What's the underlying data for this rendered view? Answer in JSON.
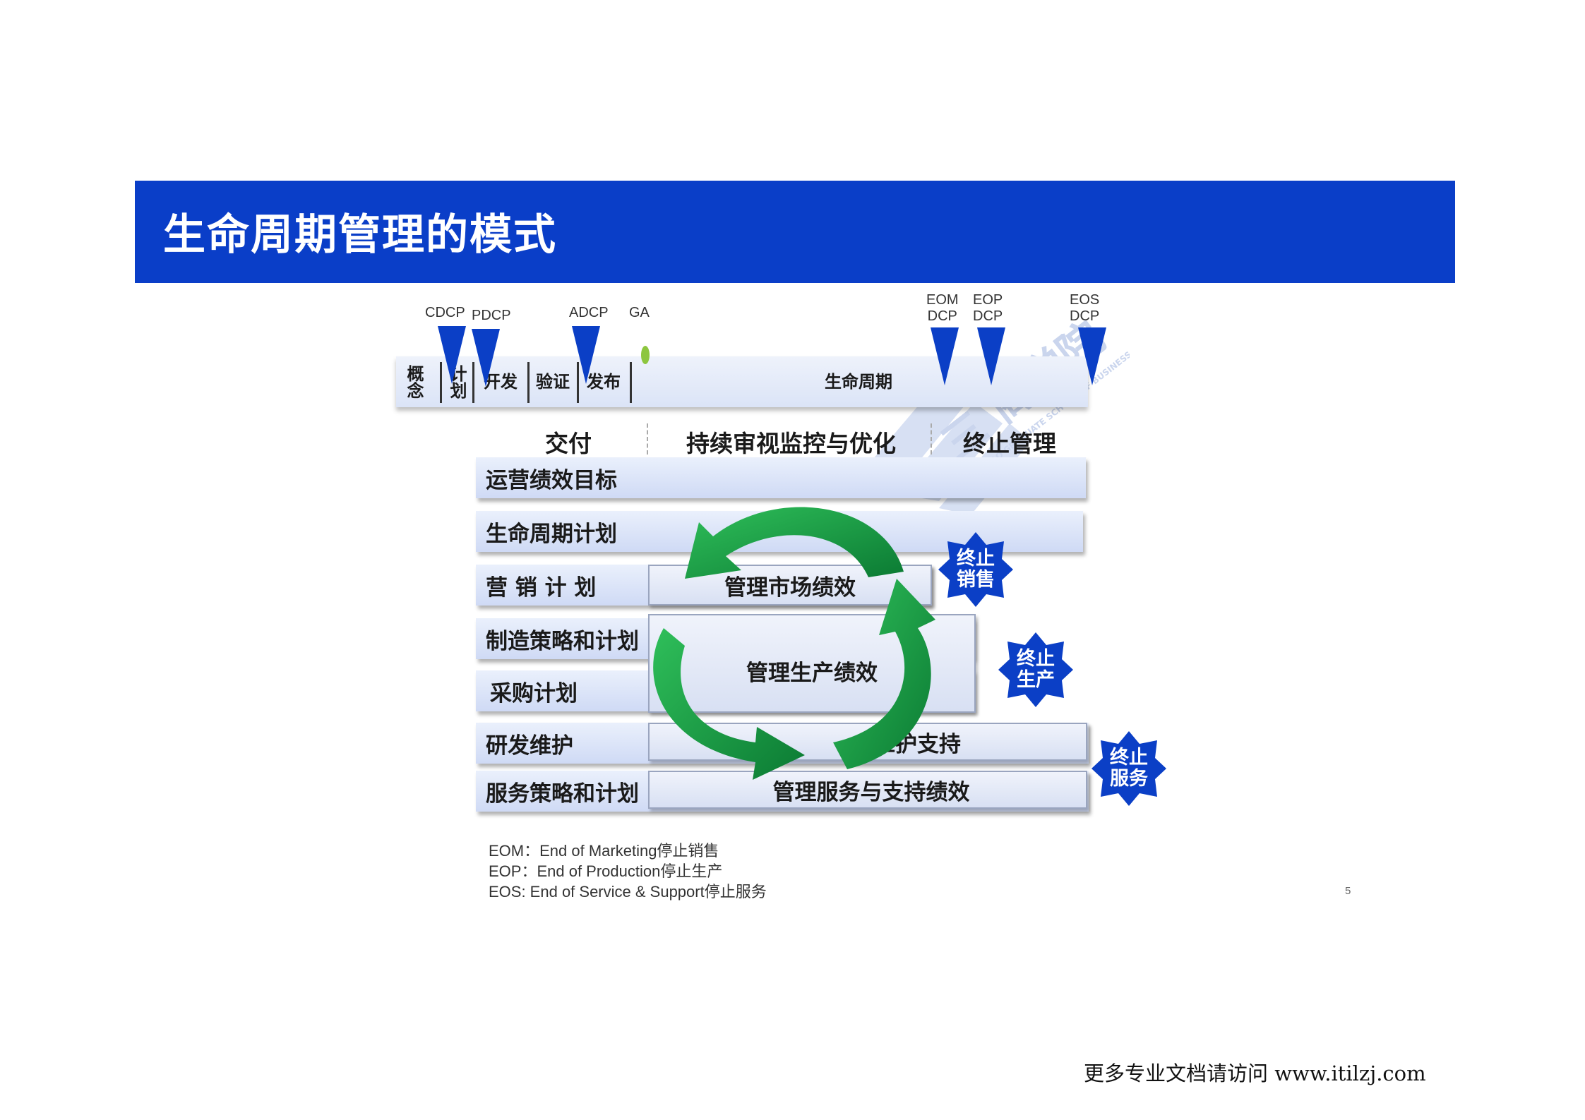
{
  "title": "生命周期管理的模式",
  "milestones": [
    {
      "label": "CDCP"
    },
    {
      "label": "PDCP"
    },
    {
      "label": "ADCP"
    },
    {
      "label": "GA"
    },
    {
      "label_line1": "EOM",
      "label_line2": "DCP"
    },
    {
      "label_line1": "EOP",
      "label_line2": "DCP"
    },
    {
      "label_line1": "EOS",
      "label_line2": "DCP"
    }
  ],
  "phases": {
    "concept": "概念",
    "plan": "计划",
    "develop": "开发",
    "verify": "验证",
    "release": "发布",
    "lifecycle": "生命周期"
  },
  "sections": {
    "delivery": "交付",
    "review": "持续审视监控与优化",
    "termination": "终止管理"
  },
  "rows": [
    {
      "label": "运营绩效目标"
    },
    {
      "label": "生命周期计划"
    },
    {
      "label": "营 销 计 划",
      "box": "管理市场绩效"
    },
    {
      "label": "制造策略和计划",
      "box": "管理生产绩效"
    },
    {
      "label": "采购计划"
    },
    {
      "label": "研发维护",
      "box": "维护支持"
    },
    {
      "label": "服务策略和计划",
      "box": "管理服务与支持绩效"
    }
  ],
  "badges": {
    "stop_sales": "终止销售",
    "stop_production": "终止生产",
    "stop_service": "终止服务"
  },
  "legend": [
    "EOM：End of Marketing停止销售",
    "EOP：End of Production停止生产",
    "EOS: End of Service & Support停止服务"
  ],
  "page_number": "5",
  "footer": "更多专业文档请访问 www.itilzj.com",
  "colors": {
    "title_bar": "#0a3ec8",
    "marker": "#0b3fc6",
    "arrow_green": "#19a34a",
    "ga_dot": "#8dc63f"
  }
}
